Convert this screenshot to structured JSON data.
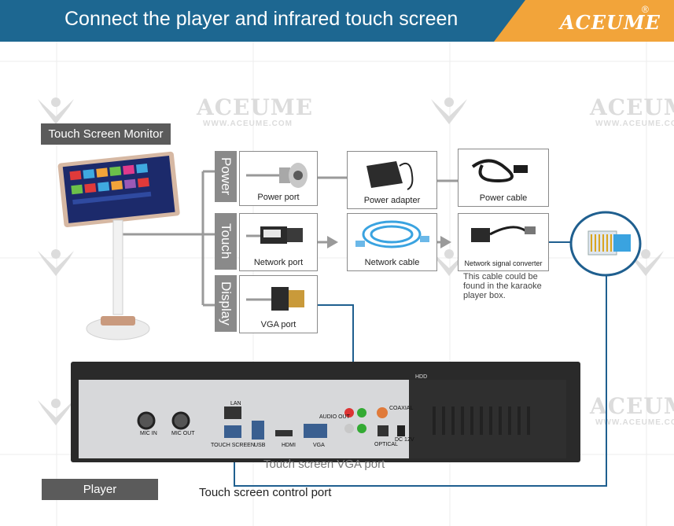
{
  "header": {
    "title": "Connect the player and infrared touch screen",
    "brand": "ACEUME",
    "brand_mark": "®"
  },
  "watermark": {
    "brand": "ACEUME",
    "url": "WWW.ACEUME.COM"
  },
  "labels": {
    "monitor": "Touch Screen Monitor",
    "player": "Player",
    "touch_screen_control_port": "Touch screen control port",
    "touch_screen_vga_port": "Touch screen  VGA port"
  },
  "tabs": {
    "power": "Power",
    "touch": "Touch",
    "display": "Display"
  },
  "boxes": {
    "power_port": "Power port",
    "power_adapter": "Power adapter",
    "power_cable": "Power cable",
    "network_port": "Network port",
    "network_cable": "Network cable",
    "network_signal_converter": "Network signal converter",
    "vga_port": "VGA port"
  },
  "note": "This cable could be found in the karaoke player box.",
  "player_ports": {
    "mic_in": "MIC IN",
    "mic_out": "MIC OUT",
    "lan": "LAN",
    "touch_screen": "TOUCH SCREEN",
    "usb": "USB",
    "hdmi": "HDMI",
    "vga": "VGA",
    "audio_out": "AUDIO OUT",
    "coaxial": "COAXIAL",
    "optical": "OPTICAL",
    "dc": "DC 12V",
    "hdd": "HDD"
  },
  "colors": {
    "banner": "#1d6791",
    "brand_tab": "#f2a43a",
    "label_bg": "#5b5b5b",
    "tab_bg": "#8a8a8a",
    "wire_blue": "#1f5f8f",
    "connector_gray": "#9a9a9a"
  }
}
